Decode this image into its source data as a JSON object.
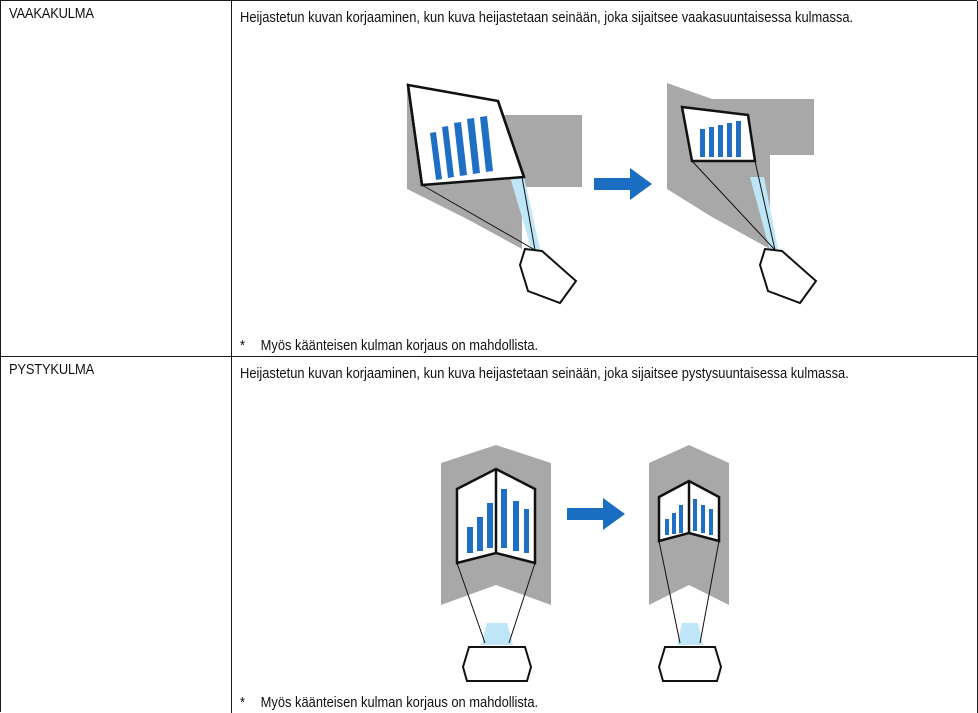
{
  "rows": [
    {
      "label": "VAAKAKULMA",
      "description": "Heijastetun kuvan korjaaminen, kun kuva heijastetaan seinään, joka sijaitsee vaakasuuntaisessa kulmassa.",
      "note_marker": "*",
      "note": "Myös käänteisen kulman korjaus on mahdollista."
    },
    {
      "label": "PYSTYKULMA",
      "description": "Heijastetun kuvan korjaaminen, kun kuva heijastetaan seinään, joka sijaitsee pystysuuntaisessa kulmassa.",
      "note_marker": "*",
      "note": "Myös käänteisen kulman korjaus on mahdollista."
    }
  ],
  "colors": {
    "wall_gray": "#a8a8a8",
    "bar_blue": "#1f6fc4",
    "arrow_blue": "#1a6ec2",
    "beam_light": "#bfe6f7"
  }
}
